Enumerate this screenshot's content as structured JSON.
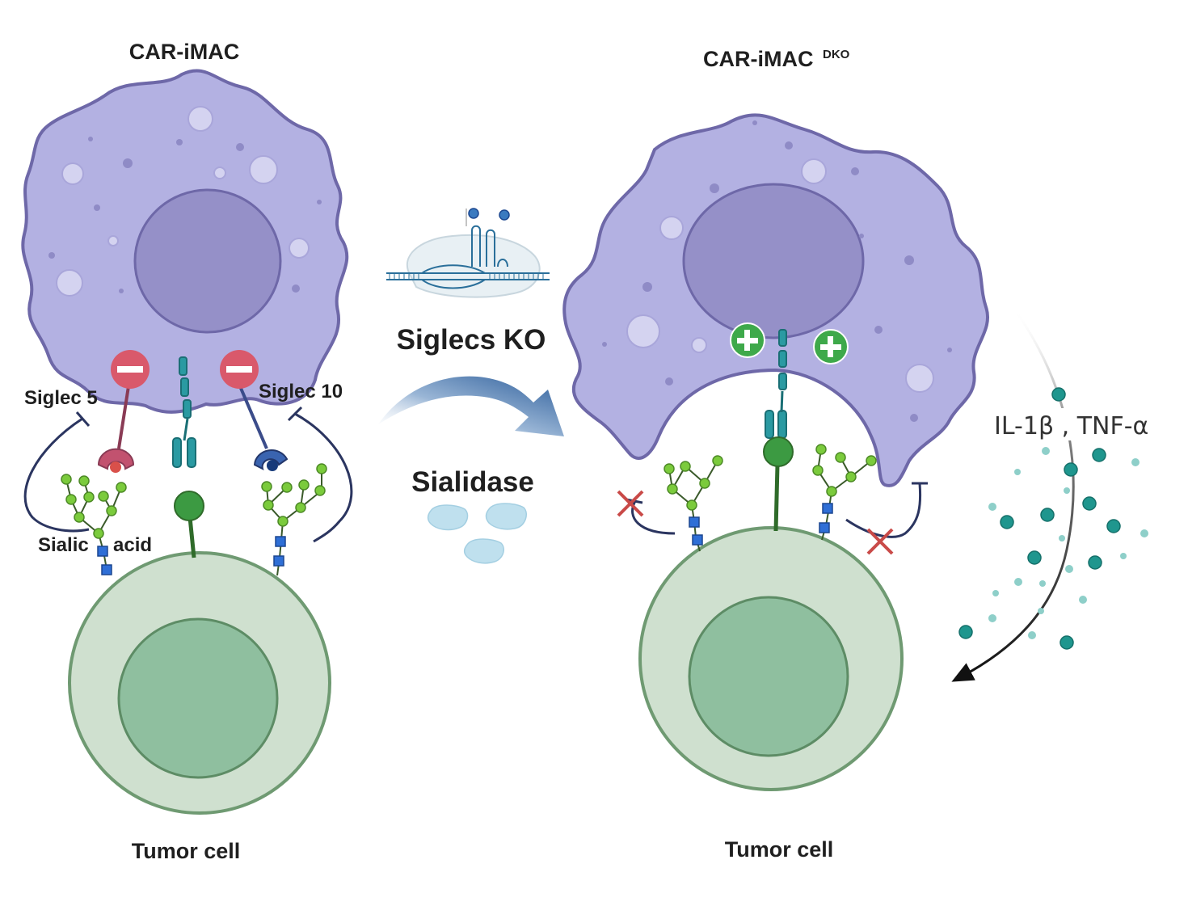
{
  "labels": {
    "left_cell_title": "CAR-iMAC",
    "right_cell_title_main": "CAR-iMAC",
    "right_cell_title_sup": "DKO",
    "siglec5": "Siglec 5",
    "siglec10": "Siglec 10",
    "sialic": "Sialic",
    "acid": "acid",
    "siglecs_ko": "Siglecs KO",
    "sialidase": "Sialidase",
    "cytokines": "IL-1β , TNF-α",
    "tumor_left": "Tumor cell",
    "tumor_right": "Tumor cell"
  },
  "colors": {
    "macrophage_fill": "#b3b1e2",
    "macrophage_outline": "#6e68a8",
    "nucleus_fill": "#9590c8",
    "tumor_outer": "#cfe0cf",
    "tumor_inner": "#8fbf9f",
    "tumor_outline": "#6f9a72",
    "inhibit_sign": "#d9596b",
    "activate_sign": "#3ea94a",
    "car_teal": "#2a9aa2",
    "glycan_green": "#7bcb3c",
    "glycan_blue": "#2f6fd6",
    "arrow_blue": "#2c5d9a",
    "cytokine_teal": "#1f968e",
    "x_mark": "#c94a48"
  },
  "icons": [
    "minus-sign-icon",
    "plus-sign-icon",
    "crispr-cas9-icon",
    "sialidase-enzyme-icon",
    "inhibition-bar-icon",
    "x-block-icon"
  ]
}
